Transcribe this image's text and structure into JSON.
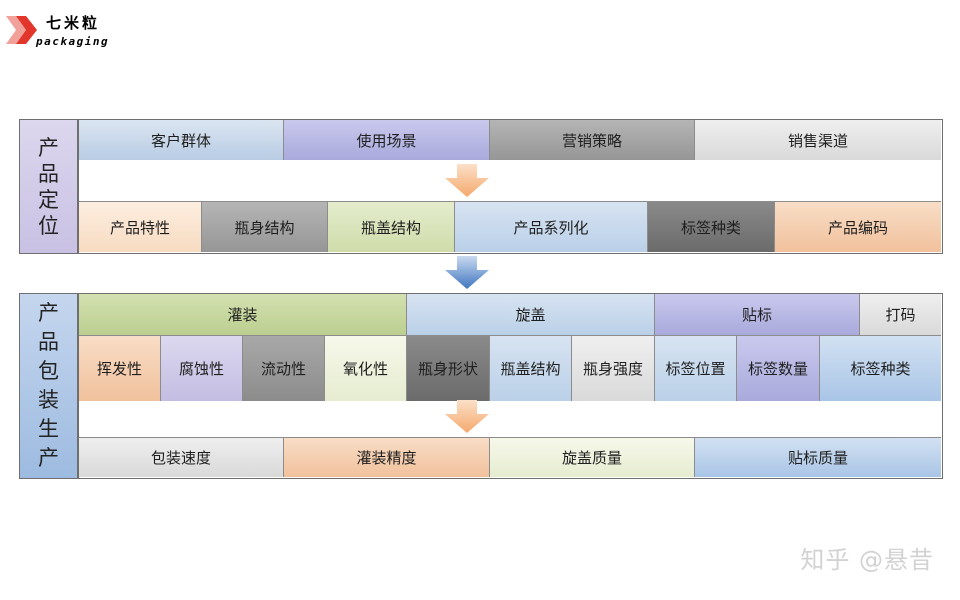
{
  "logo": {
    "name_cn": "七米粒",
    "name_en": "packaging",
    "color": "#e2362c"
  },
  "section1": {
    "side_label": [
      "产",
      "品",
      "定",
      "位"
    ],
    "row1": [
      "客户群体",
      "使用场景",
      "营销策略",
      "销售渠道"
    ],
    "row2": [
      "产品特性",
      "瓶身结构",
      "瓶盖结构",
      "产品系列化",
      "标签种类",
      "产品编码"
    ]
  },
  "section2": {
    "side_label": [
      "产",
      "品",
      "包",
      "装",
      "生",
      "产"
    ],
    "header_row": [
      "灌装",
      "旋盖",
      "贴标",
      "打码"
    ],
    "detail_row": [
      "挥发性",
      "腐蚀性",
      "流动性",
      "氧化性",
      "瓶身形状",
      "瓶盖结构",
      "瓶身强度",
      "标签位置",
      "标签数量",
      "标签种类"
    ],
    "bottom_row": [
      "包装速度",
      "灌装精度",
      "旋盖质量",
      "贴标质量"
    ]
  },
  "arrows": {
    "orange": "#f5b07a",
    "blue": "#4f81bd"
  },
  "watermark": "知乎 @悬昔"
}
